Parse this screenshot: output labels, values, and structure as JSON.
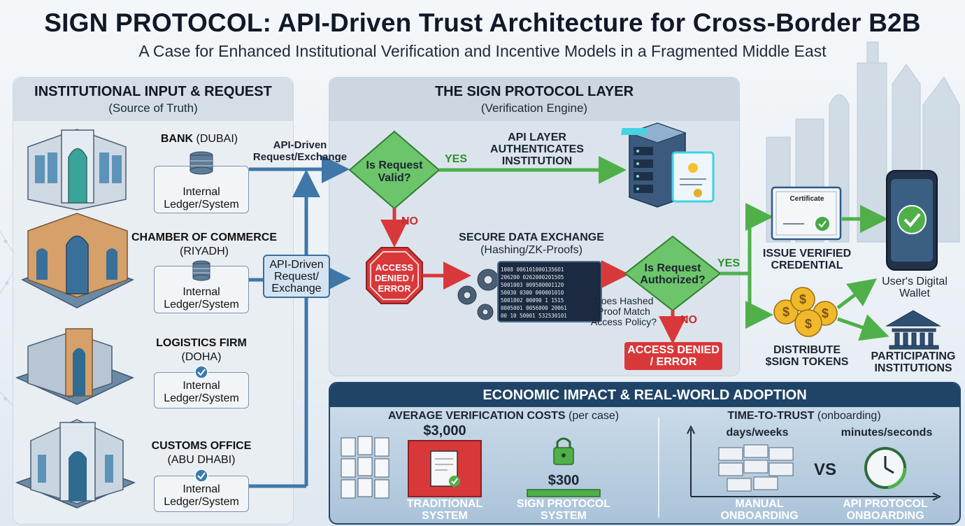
{
  "header": {
    "title": "SIGN PROTOCOL: API-Driven Trust Architecture for Cross-Border B2B",
    "subtitle": "A Case for Enhanced Institutional Verification and Incentive Models in a Fragmented Middle East"
  },
  "input_panel": {
    "title": "INSTITUTIONAL INPUT & REQUEST",
    "subtitle": "(Source of Truth)",
    "institutions": [
      {
        "name": "BANK",
        "location": "(DUBAI)",
        "ledger_line1": "Internal",
        "ledger_line2": "Ledger/System",
        "ledger_icon": "database-icon"
      },
      {
        "name": "CHAMBER OF COMMERCE",
        "location": "(RIYADH)",
        "ledger_line1": "Internal",
        "ledger_line2": "Ledger/System",
        "ledger_icon": "database-icon"
      },
      {
        "name": "LOGISTICS FIRM",
        "location": "(DOHA)",
        "ledger_line1": "Internal",
        "ledger_line2": "Ledger/System",
        "ledger_icon": "check-circle-icon"
      },
      {
        "name": "CUSTOMS OFFICE",
        "location": "(ABU DHABI)",
        "ledger_line1": "Internal",
        "ledger_line2": "Ledger/System",
        "ledger_icon": "check-circle-icon"
      }
    ]
  },
  "connectors": {
    "api_top_line1": "API-Driven",
    "api_top_line2": "Request/Exchange",
    "api_box_line1": "API-Driven",
    "api_box_line2": "Request/",
    "api_box_line3": "Exchange"
  },
  "protocol_panel": {
    "title": "THE SIGN PROTOCOL LAYER",
    "subtitle": "(Verification Engine)",
    "decision_valid_line1": "Is Request",
    "decision_valid_line2": "Valid?",
    "yes_label": "YES",
    "no_label": "NO",
    "api_layer_line1": "API LAYER",
    "api_layer_line2": "AUTHENTICATES",
    "api_layer_line3": "INSTITUTION",
    "access_denied_sign_line1": "ACCESS",
    "access_denied_sign_line2": "DENIED /",
    "access_denied_sign_line3": "ERROR",
    "secure_exchange_title": "SECURE DATA EXCHANGE",
    "secure_exchange_sub": "(Hashing/ZK-Proofs)",
    "hash_lines": [
      "1008 0061010001356O1",
      "206200 02620002015O5",
      "5001003 009500001120",
      "50030 0300 000001010",
      "5001802 00090 1 1515",
      "0005001 0056000 20061",
      "00 10 50001 532530101"
    ],
    "decision_auth_line1": "Is Request",
    "decision_auth_line2": "Authorized?",
    "policy_q_line1": "Does Hashed",
    "policy_q_line2": "Proof Match",
    "policy_q_line3": "Access Policy?",
    "yes_label_2": "YES",
    "no_label_2": "NO",
    "access_denied_box_line1": "ACCESS DENIED",
    "access_denied_box_line2": "/ ERROR"
  },
  "outputs": {
    "certificate_label": "Certificate",
    "issue_line1": "ISSUE VERIFIED",
    "issue_line2": "CREDENTIAL",
    "wallet_line1": "User's Digital",
    "wallet_line2": "Wallet",
    "distribute_line1": "DISTRIBUTE",
    "distribute_line2": "$SIGN TOKENS",
    "participating_line1": "PARTICIPATING",
    "participating_line2": "INSTITUTIONS"
  },
  "economic": {
    "title": "ECONOMIC IMPACT & REAL-WORLD ADOPTION",
    "cost_title_bold": "AVERAGE VERIFICATION COSTS",
    "cost_title_rest": " (per case)",
    "traditional_value": "$3,000",
    "sign_value": "$300",
    "traditional_label_line1": "TRADITIONAL",
    "traditional_label_line2": "SYSTEM",
    "sign_label_line1": "SIGN PROTOCOL",
    "sign_label_line2": "SYSTEM",
    "time_title_bold": "TIME-TO-TRUST",
    "time_title_rest": " (onboarding)",
    "manual_time": "days/weeks",
    "api_time": "minutes/seconds",
    "vs_label": "VS",
    "manual_label_line1": "MANUAL",
    "manual_label_line2": "ONBOARDING",
    "api_label_line1": "API PROTOCOL",
    "api_label_line2": "ONBOARDING"
  },
  "colors": {
    "flow_blue": "#3f77a8",
    "yes_green": "#4fb04a",
    "no_red": "#d9383a",
    "decision_fill": "#6cc56a",
    "econ_header": "#1f4468"
  }
}
